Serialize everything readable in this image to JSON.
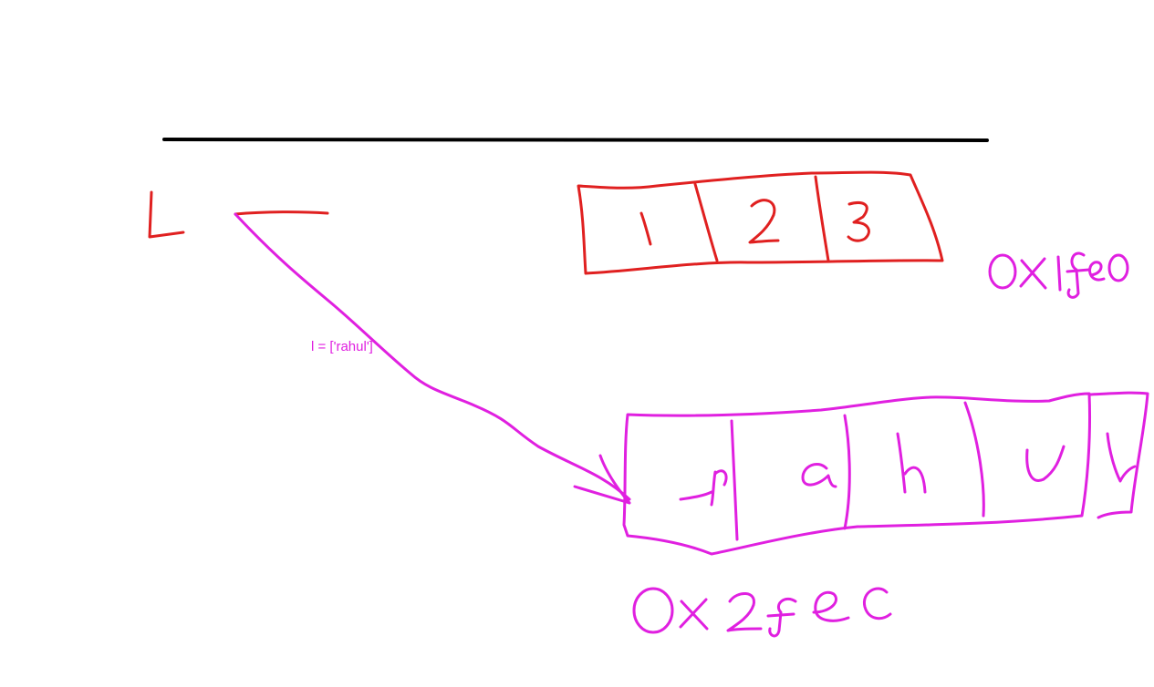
{
  "note": {
    "text": "l = ['rahul']",
    "color": "#e020e0"
  },
  "colors": {
    "ink_black": "#000000",
    "ink_red": "#e02020",
    "ink_pink": "#e020e0",
    "background": "#ffffff"
  },
  "handwriting": {
    "variable": "L",
    "list_a": {
      "cells": [
        "1",
        "2",
        "3"
      ],
      "address": "0x1fe0"
    },
    "list_b": {
      "cells": [
        "r",
        "a",
        "h",
        "u",
        "l"
      ],
      "address": "0x2fec"
    }
  }
}
